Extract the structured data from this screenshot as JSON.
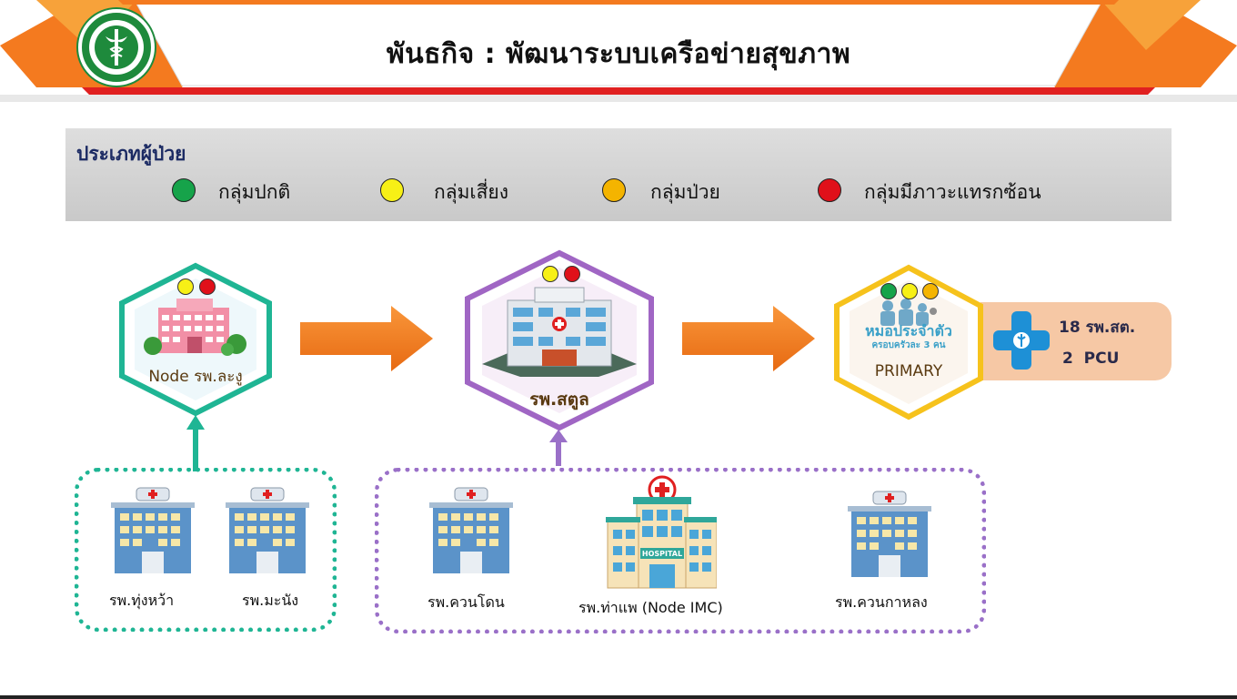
{
  "header": {
    "title": "พันธกิจ : พัฒนาระบบเครือข่ายสุขภาพ"
  },
  "legend": {
    "title": "ประเภทผู้ป่วย",
    "items": [
      {
        "label": "กลุ่มปกติ",
        "color": "#16a34a"
      },
      {
        "label": "กลุ่มเสี่ยง",
        "color": "#f7f016"
      },
      {
        "label": "กลุ่มป่วย",
        "color": "#f4b400"
      },
      {
        "label": "กลุ่มมีภาวะแทรกซ้อน",
        "color": "#e0101a"
      }
    ]
  },
  "nodes": {
    "node1": {
      "label": "Node รพ.ละงู",
      "border_color": "#1fb594"
    },
    "node2": {
      "label": "รพ.สตูล",
      "border_color": "#a066c4"
    },
    "node3": {
      "label": "PRIMARY",
      "border_color": "#f6c21c",
      "sublabel_1": "หมอประจำตัว",
      "sublabel_2": "ครอบครัวละ 3 คน"
    }
  },
  "primary_box": {
    "line1": "18 รพ.สต.",
    "line2": "2  PCU"
  },
  "hospitals_left": [
    {
      "label": "รพ.ทุ่งหว้า"
    },
    {
      "label": "รพ.มะนัง"
    }
  ],
  "hospitals_right": [
    {
      "label": "รพ.ควนโดน"
    },
    {
      "label": "รพ.ท่าแพ (Node IMC)"
    },
    {
      "label": "รพ.ควนกาหลง"
    }
  ],
  "icon_text": {
    "hospital_sign": "HOSPITAL"
  },
  "colors": {
    "accent_orange": "#f07f1f",
    "header_red": "#e02020",
    "group_left_border": "#1fb594",
    "group_right_border": "#9a70c8"
  }
}
